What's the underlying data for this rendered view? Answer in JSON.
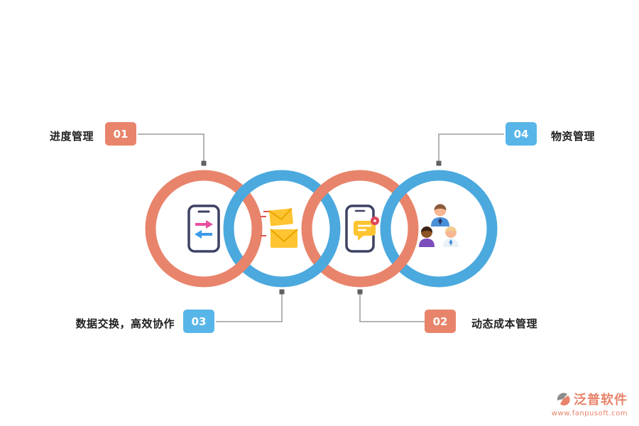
{
  "items": [
    {
      "number": "01",
      "label": "进度管理",
      "color": "#E8846B"
    },
    {
      "number": "04",
      "label": "物资管理",
      "color": "#58B5E8"
    },
    {
      "number": "03",
      "label": "数据交换，高效协作",
      "color": "#58B5E8"
    },
    {
      "number": "02",
      "label": "动态成本管理",
      "color": "#E8846B"
    }
  ],
  "rings": [
    {
      "name": "progress-ring",
      "color": "#E8846B",
      "icon": "phone-transfer-icon"
    },
    {
      "name": "data-exchange-ring",
      "color": "#4BA9DE",
      "icon": "envelopes-icon"
    },
    {
      "name": "dynamic-cost-ring",
      "color": "#E8846B",
      "icon": "phone-chat-icon"
    },
    {
      "name": "materials-ring",
      "color": "#4BA9DE",
      "icon": "team-icon"
    }
  ],
  "colors": {
    "salmon": "#E8846B",
    "blue": "#4BA9DE",
    "connector": "#9B9B9B",
    "square": "#5E6063",
    "text": "#1F1F1F"
  },
  "footer": {
    "brand": "泛普软件",
    "url": "www.fanpusoft.com"
  }
}
